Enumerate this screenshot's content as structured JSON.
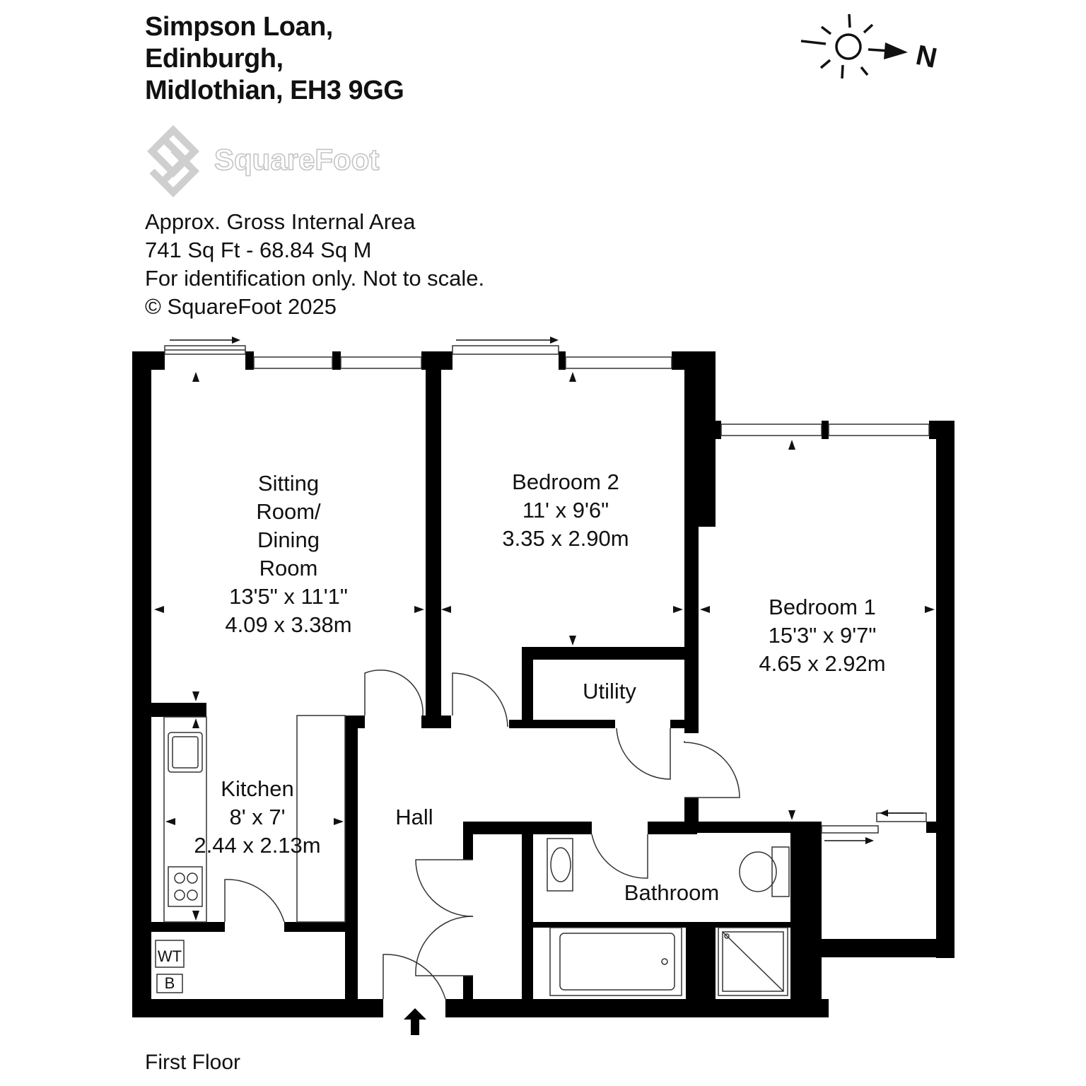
{
  "title": {
    "line1": "Simpson Loan,",
    "line2": "Edinburgh,",
    "line3": "Midlothian, EH3 9GG"
  },
  "logo": {
    "text": "SquareFoot",
    "color": "#cfcfcf"
  },
  "info": {
    "line1": "Approx. Gross Internal Area",
    "line2": "741 Sq Ft  -  68.84 Sq M",
    "line3": "For identification only. Not to scale.",
    "line4": "© SquareFoot 2025"
  },
  "compass": {
    "direction": "N",
    "icon": "sun-icon"
  },
  "rooms": {
    "sitting": {
      "name1": "Sitting",
      "name2": "Room/",
      "name3": "Dining",
      "name4": "Room",
      "imperial": "13'5\" x 11'1\"",
      "metric": "4.09 x 3.38m"
    },
    "bedroom2": {
      "name": "Bedroom 2",
      "imperial": "11' x 9'6\"",
      "metric": "3.35 x 2.90m"
    },
    "bedroom1": {
      "name": "Bedroom 1",
      "imperial": "15'3\" x 9'7\"",
      "metric": "4.65 x 2.92m"
    },
    "utility": {
      "name": "Utility"
    },
    "kitchen": {
      "name": "Kitchen",
      "imperial": "8' x 7'",
      "metric": "2.44 x 2.13m"
    },
    "hall": {
      "name": "Hall"
    },
    "bathroom": {
      "name": "Bathroom"
    }
  },
  "fixtures": {
    "wt": "WT",
    "b": "B"
  },
  "floor": {
    "label": "First Floor"
  },
  "colors": {
    "wall": "#000000",
    "ink": "#111111"
  }
}
